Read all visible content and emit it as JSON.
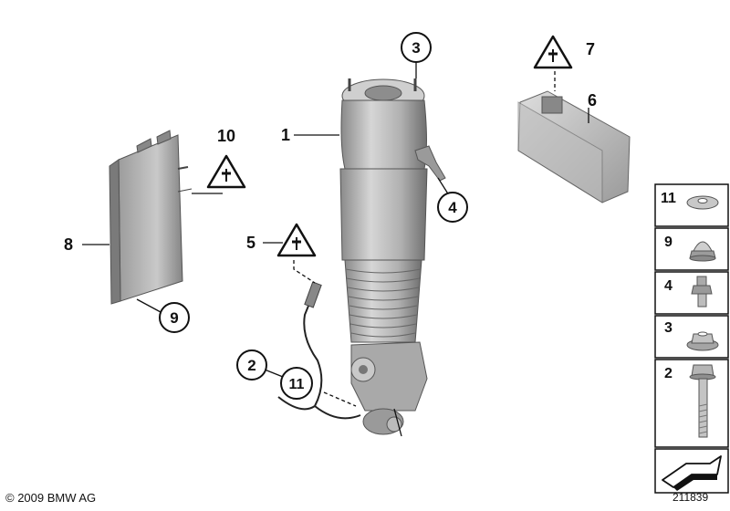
{
  "callouts": {
    "c1": "1",
    "c2": "2",
    "c3": "3",
    "c4": "4",
    "c5": "5",
    "c6": "6",
    "c7": "7",
    "c8": "8",
    "c9": "9",
    "c10": "10",
    "c11": "11"
  },
  "legend": [
    {
      "label": "11",
      "icon": "washer-icon"
    },
    {
      "label": "9",
      "icon": "cap-nut-icon"
    },
    {
      "label": "4",
      "icon": "connector-valve-icon"
    },
    {
      "label": "3",
      "icon": "flange-nut-icon"
    },
    {
      "label": "2",
      "icon": "hex-bolt-icon"
    }
  ],
  "footer": {
    "copyright": "© 2009 BMW AG",
    "diagram_number": "211839"
  },
  "colors": {
    "part_light": "#d4d4d4",
    "part_mid": "#a8a8a8",
    "part_dark": "#6e6e6e",
    "line": "#111111"
  }
}
